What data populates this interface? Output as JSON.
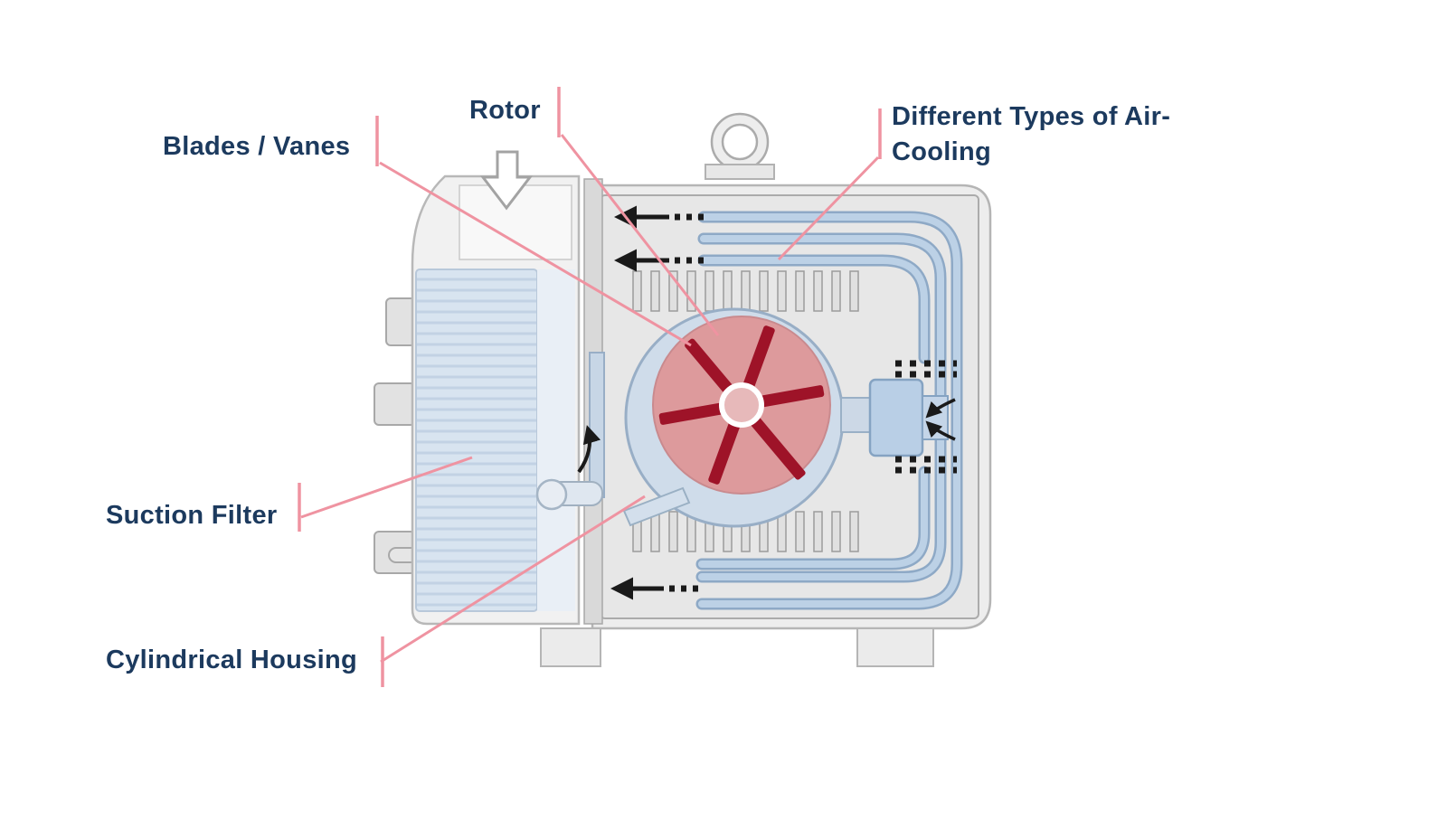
{
  "diagram": {
    "labels": {
      "rotor": "Rotor",
      "blades_vanes": "Blades / Vanes",
      "air_cooling_line1": "Different Types of Air-",
      "air_cooling_line2": "Cooling",
      "suction_filter": "Suction Filter",
      "cylindrical_housing": "Cylindrical Housing"
    },
    "colors": {
      "label_text": "#1c3a5e",
      "leader_line": "#ef93a1",
      "vane_red": "#9e1328",
      "rotor_pink": "#dd9a9c",
      "cylinder_blue": "#cfdcea",
      "pipe_blue": "#bcd1e6",
      "pipe_outline": "#8ea9c6",
      "body_gray": "#ededed",
      "filter_blue": "#d8e4f0"
    }
  }
}
